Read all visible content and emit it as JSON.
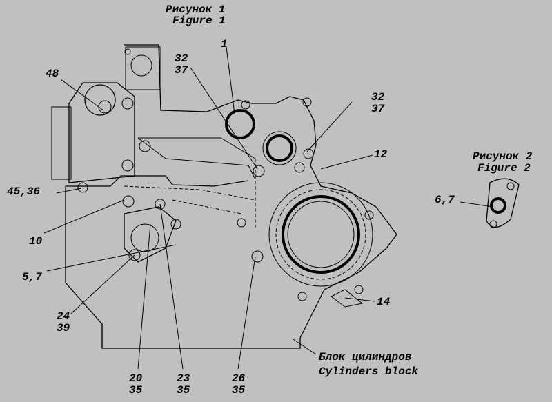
{
  "figure1": {
    "title_ru": "Рисунок 1",
    "title_en": "Figure 1"
  },
  "figure2": {
    "title_ru": "Рисунок 2",
    "title_en": "Figure 2",
    "callout": "6,7"
  },
  "callouts": {
    "c1": "1",
    "c32_37_a": [
      "32",
      "37"
    ],
    "c32_37_b": [
      "32",
      "37"
    ],
    "c48": "48",
    "c12": "12",
    "c45_36": "45,36",
    "c10": "10",
    "c5_7": "5,7",
    "c24_39": [
      "24",
      "39"
    ],
    "c20_35": [
      "20",
      "35"
    ],
    "c23_35": [
      "23",
      "35"
    ],
    "c26_35": [
      "26",
      "35"
    ],
    "c14": "14"
  },
  "block_label": {
    "ru": "Блок цилиндров",
    "en": "Cylinders block"
  }
}
